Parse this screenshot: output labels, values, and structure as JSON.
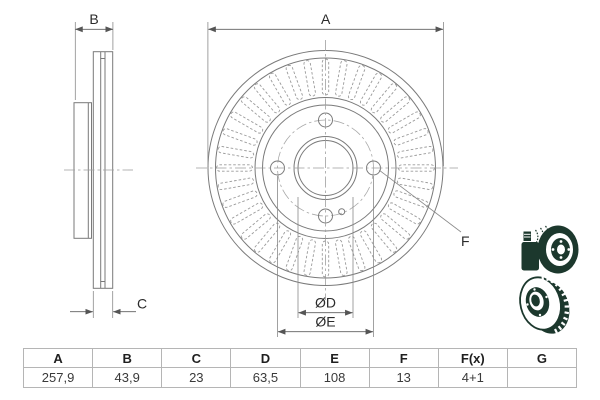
{
  "drawing": {
    "title": "brake-disc-technical-drawing",
    "dim_labels": {
      "a": "A",
      "b": "B",
      "c": "C",
      "d": "ØD",
      "e": "ØE",
      "f": "F"
    },
    "front_view": {
      "vent_slot_count": 36,
      "bolt_hole_count": 4,
      "pin_hole_count": 1
    },
    "icons": [
      {
        "name": "spray-coated-disc-icon"
      },
      {
        "name": "internally-vented-disc-icon"
      }
    ]
  },
  "table": {
    "headers": [
      "A",
      "B",
      "C",
      "D",
      "E",
      "F",
      "F(x)",
      "G"
    ],
    "values": [
      "257,9",
      "43,9",
      "23",
      "63,5",
      "108",
      "13",
      "4+1",
      ""
    ]
  },
  "colors": {
    "line": "#7a7a7a",
    "centerline": "#9f9f9f",
    "slot": "#9a9a9a",
    "dimension": "#5f5f5f",
    "label": "#2b2b2b",
    "table_border": "#b5b5b5",
    "icon": "#1c382d"
  }
}
